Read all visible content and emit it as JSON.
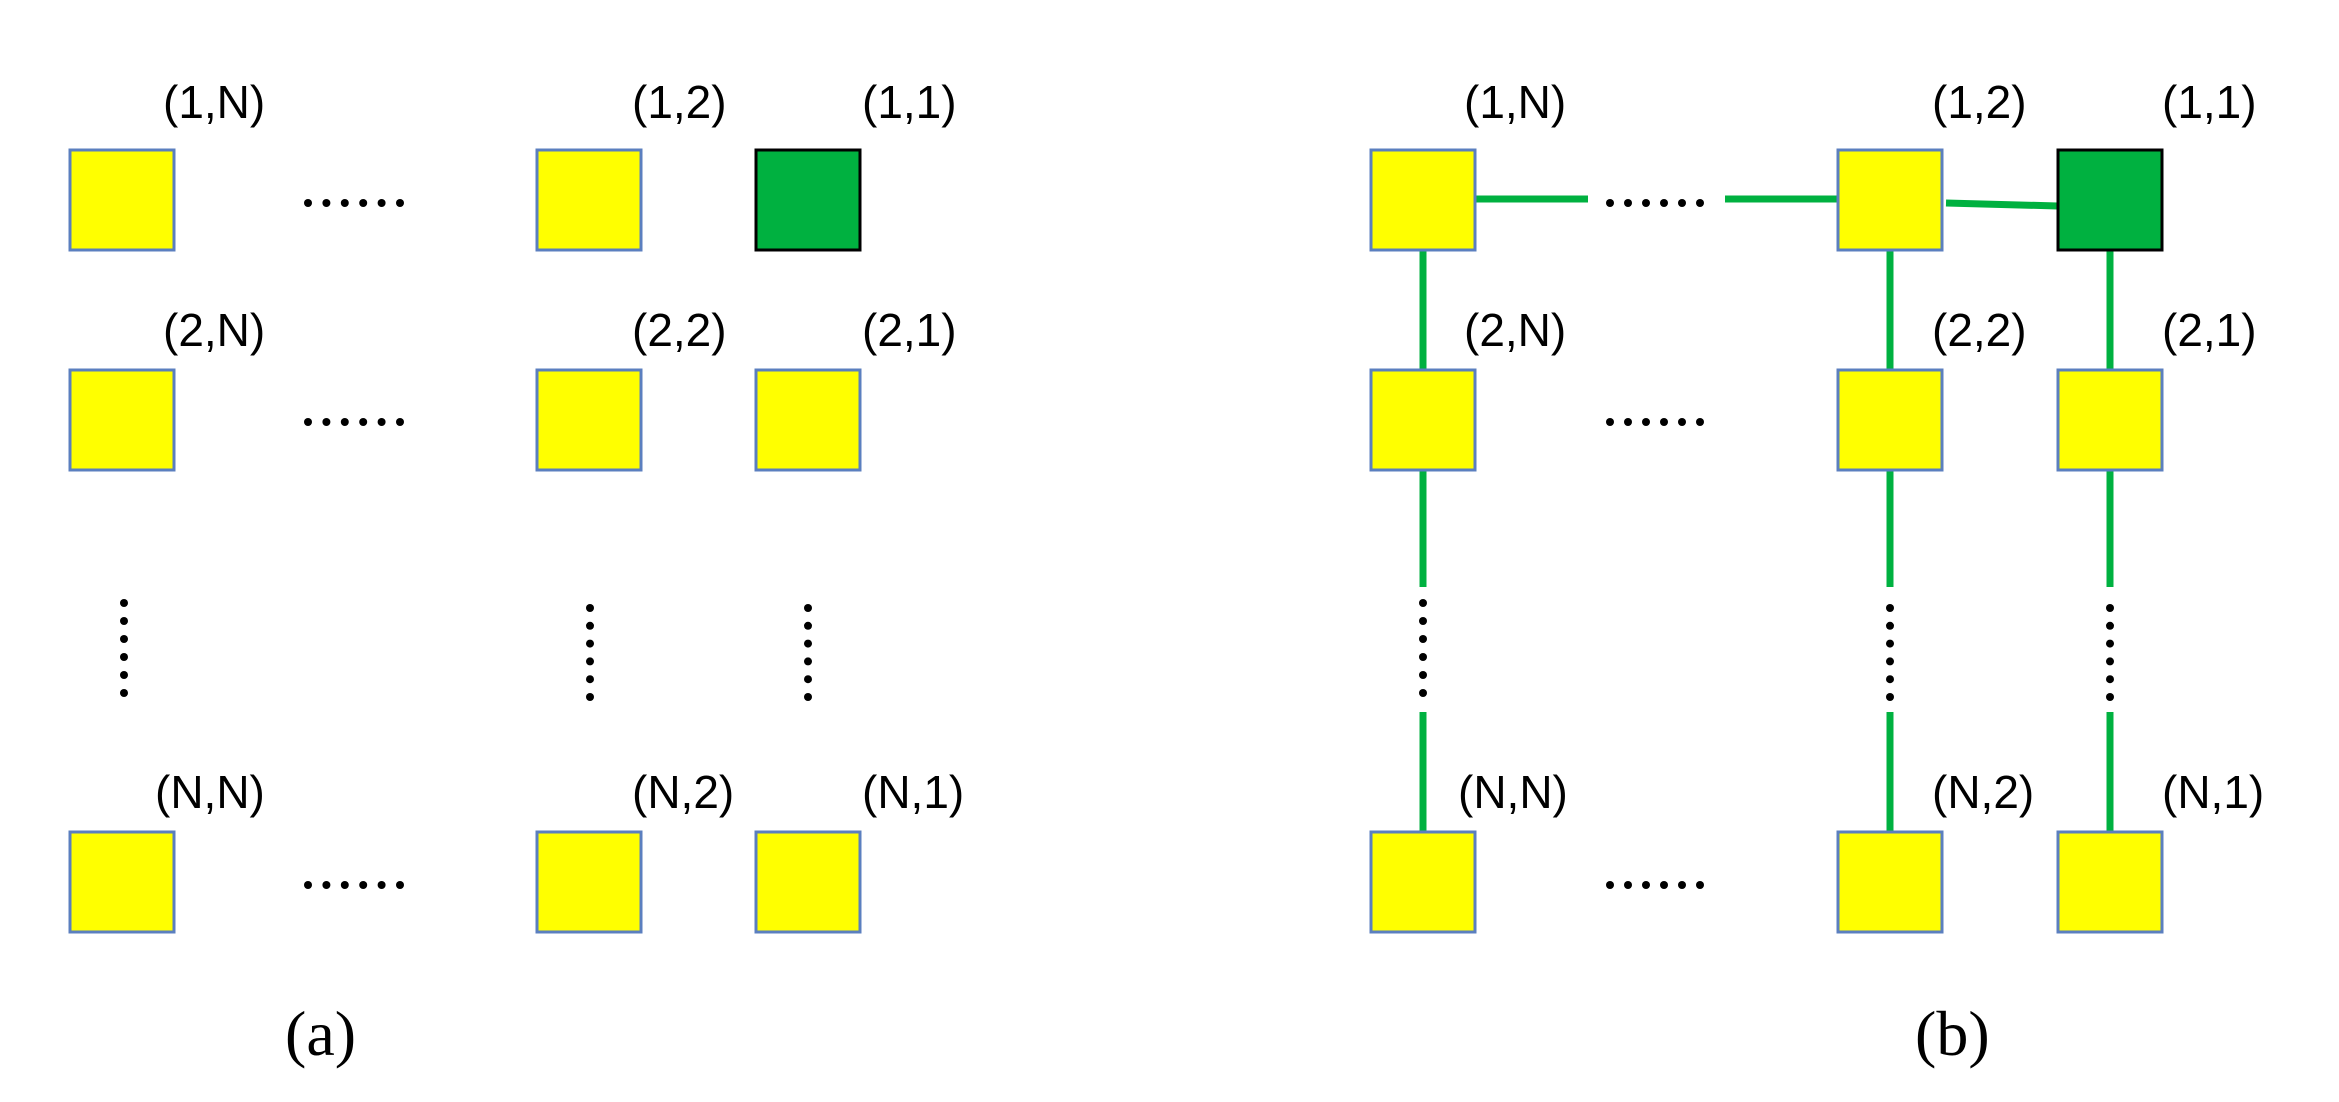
{
  "colors": {
    "node": "#ffff00",
    "source_node": "#00b140",
    "link": "#00b140",
    "ellipsis": "#000000"
  },
  "panels": [
    {
      "caption": "(a)",
      "labels": {
        "r1_cN": "(1,N)",
        "r1_c2": "(1,2)",
        "r1_c1": "(1,1)",
        "r2_cN": "(2,N)",
        "r2_c2": "(2,2)",
        "r2_c1": "(2,1)",
        "rN_cN": "(N,N)",
        "rN_c2": "(N,2)",
        "rN_c1": "(N,1)"
      },
      "ellipsis": "......"
    },
    {
      "caption": "(b)",
      "labels": {
        "r1_cN": "(1,N)",
        "r1_c2": "(1,2)",
        "r1_c1": "(1,1)",
        "r2_cN": "(2,N)",
        "r2_c2": "(2,2)",
        "r2_c1": "(2,1)",
        "rN_cN": "(N,N)",
        "rN_c2": "(N,2)",
        "rN_c1": "(N,1)"
      },
      "ellipsis": "......"
    }
  ]
}
